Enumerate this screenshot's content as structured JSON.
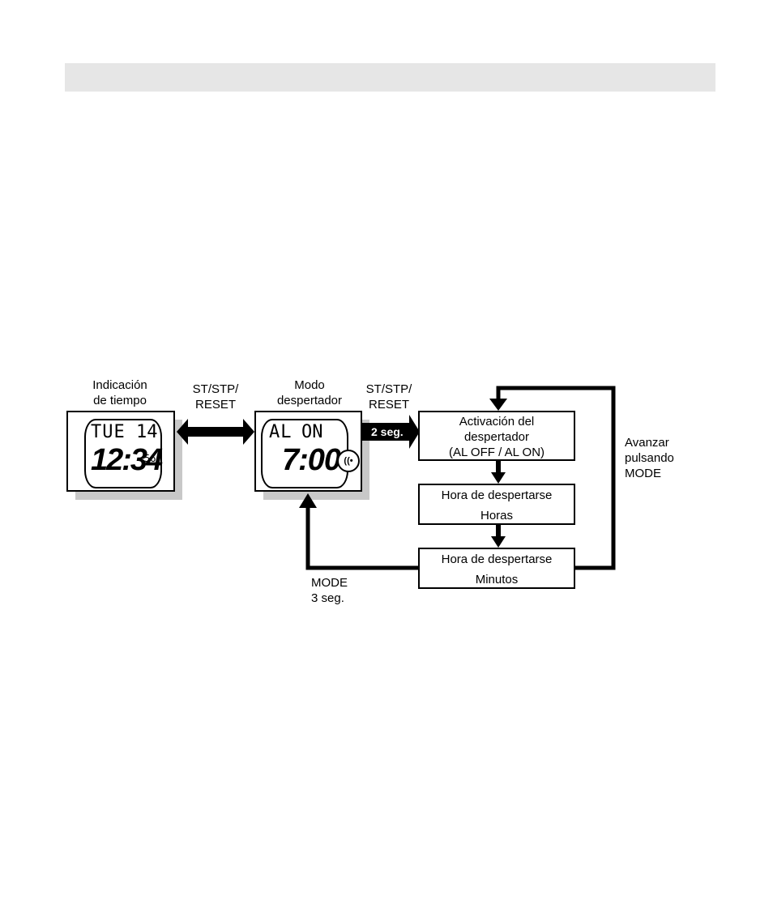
{
  "labels": {
    "time_display": [
      "Indicación",
      "de tiempo"
    ],
    "button_st_stp_1": [
      "ST/STP/",
      "RESET"
    ],
    "alarm_mode": [
      "Modo",
      "despertador"
    ],
    "button_st_stp_2": [
      "ST/STP/",
      "RESET"
    ],
    "advance": [
      "Avanzar",
      "pulsando",
      "MODE"
    ],
    "mode_3s": [
      "MODE",
      "3 seg."
    ]
  },
  "arrow_badge": "2 seg.",
  "watch1": {
    "top_left": "TUE",
    "top_right": "14",
    "main": "12:34",
    "seconds": "56"
  },
  "watch2": {
    "top_left": "AL",
    "top_right": "ON",
    "main": "7:00"
  },
  "steps": {
    "activation": [
      "Activación del",
      "despertador",
      "(AL OFF / AL ON)"
    ],
    "hours": [
      "Hora de despertarse",
      "Horas"
    ],
    "minutes": [
      "Hora de despertarse",
      "Minutos"
    ]
  }
}
